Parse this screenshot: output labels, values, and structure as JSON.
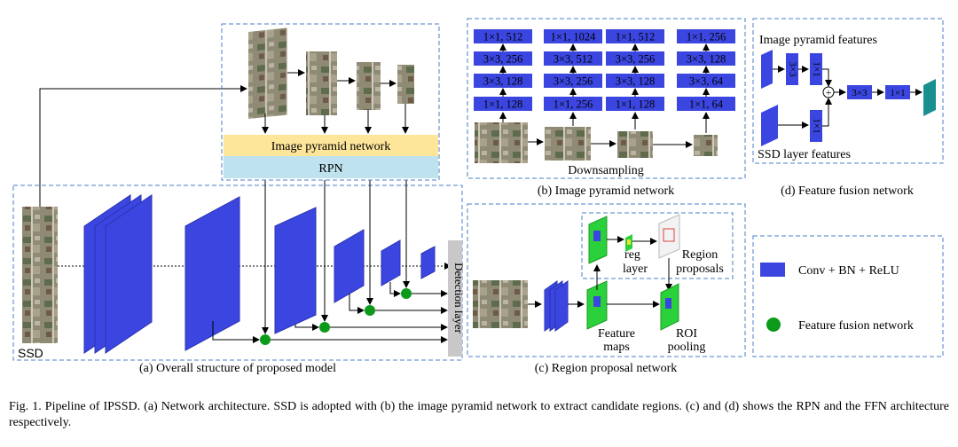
{
  "figure": {
    "panel_a": {
      "caption": "(a) Overall structure of proposed model",
      "ssd_label": "SSD",
      "detection_label": "Detection layer"
    },
    "panel_b": {
      "caption": "(b) Image pyramid network",
      "downsampling_label": "Downsampling",
      "columns": [
        [
          "1×1, 512",
          "3×3, 256",
          "3×3, 128",
          "1×1, 128"
        ],
        [
          "1×1, 1024",
          "3×3, 512",
          "3×3, 256",
          "1×1, 256"
        ],
        [
          "1×1, 512",
          "3×3, 256",
          "3×3, 128",
          "1×1, 128"
        ],
        [
          "1×1, 256",
          "3×3, 128",
          "3×3, 64",
          "1×1, 64"
        ]
      ]
    },
    "pyramid_network_label": "Image pyramid network",
    "rpn_label": "RPN",
    "panel_c": {
      "caption": "(c) Region proposal network",
      "reg_label_line1": "reg",
      "reg_label_line2": "layer",
      "region_proposals_line1": "Region",
      "region_proposals_line2": "proposals",
      "feature_maps_line1": "Feature",
      "feature_maps_line2": "maps",
      "roi_line1": "ROI",
      "roi_line2": "pooling"
    },
    "panel_d": {
      "caption": "(d) Feature fusion network",
      "input_top_label": "Image pyramid features",
      "input_bottom_label": "SSD layer features",
      "op_3x3_vertical": "3×3",
      "op_1x1_vertical_top": "1×1",
      "op_1x1_vertical_bottom": "1×1",
      "op_3x3": "3×3",
      "op_1x1": "1×1",
      "plus_symbol": "+"
    },
    "legend": {
      "conv_label": "Conv + BN + ReLU",
      "ffn_label": "Feature fusion network"
    },
    "colors": {
      "conv_blue": "#3b46e0",
      "fusion_green": "#0c9a1a",
      "pyramid_yellow": "#fde59a",
      "rpn_blue": "#bfe3ee",
      "dash_blue": "#4a7fc8",
      "teal_output": "#1a8f8f",
      "detection_gray": "#c8c8c8"
    }
  },
  "caption": {
    "text": "Fig. 1.  Pipeline of IPSSD. (a) Network architecture. SSD is adopted with (b) the image pyramid network to extract candidate regions. (c) and (d) shows the RPN and the FFN architecture respectively."
  }
}
